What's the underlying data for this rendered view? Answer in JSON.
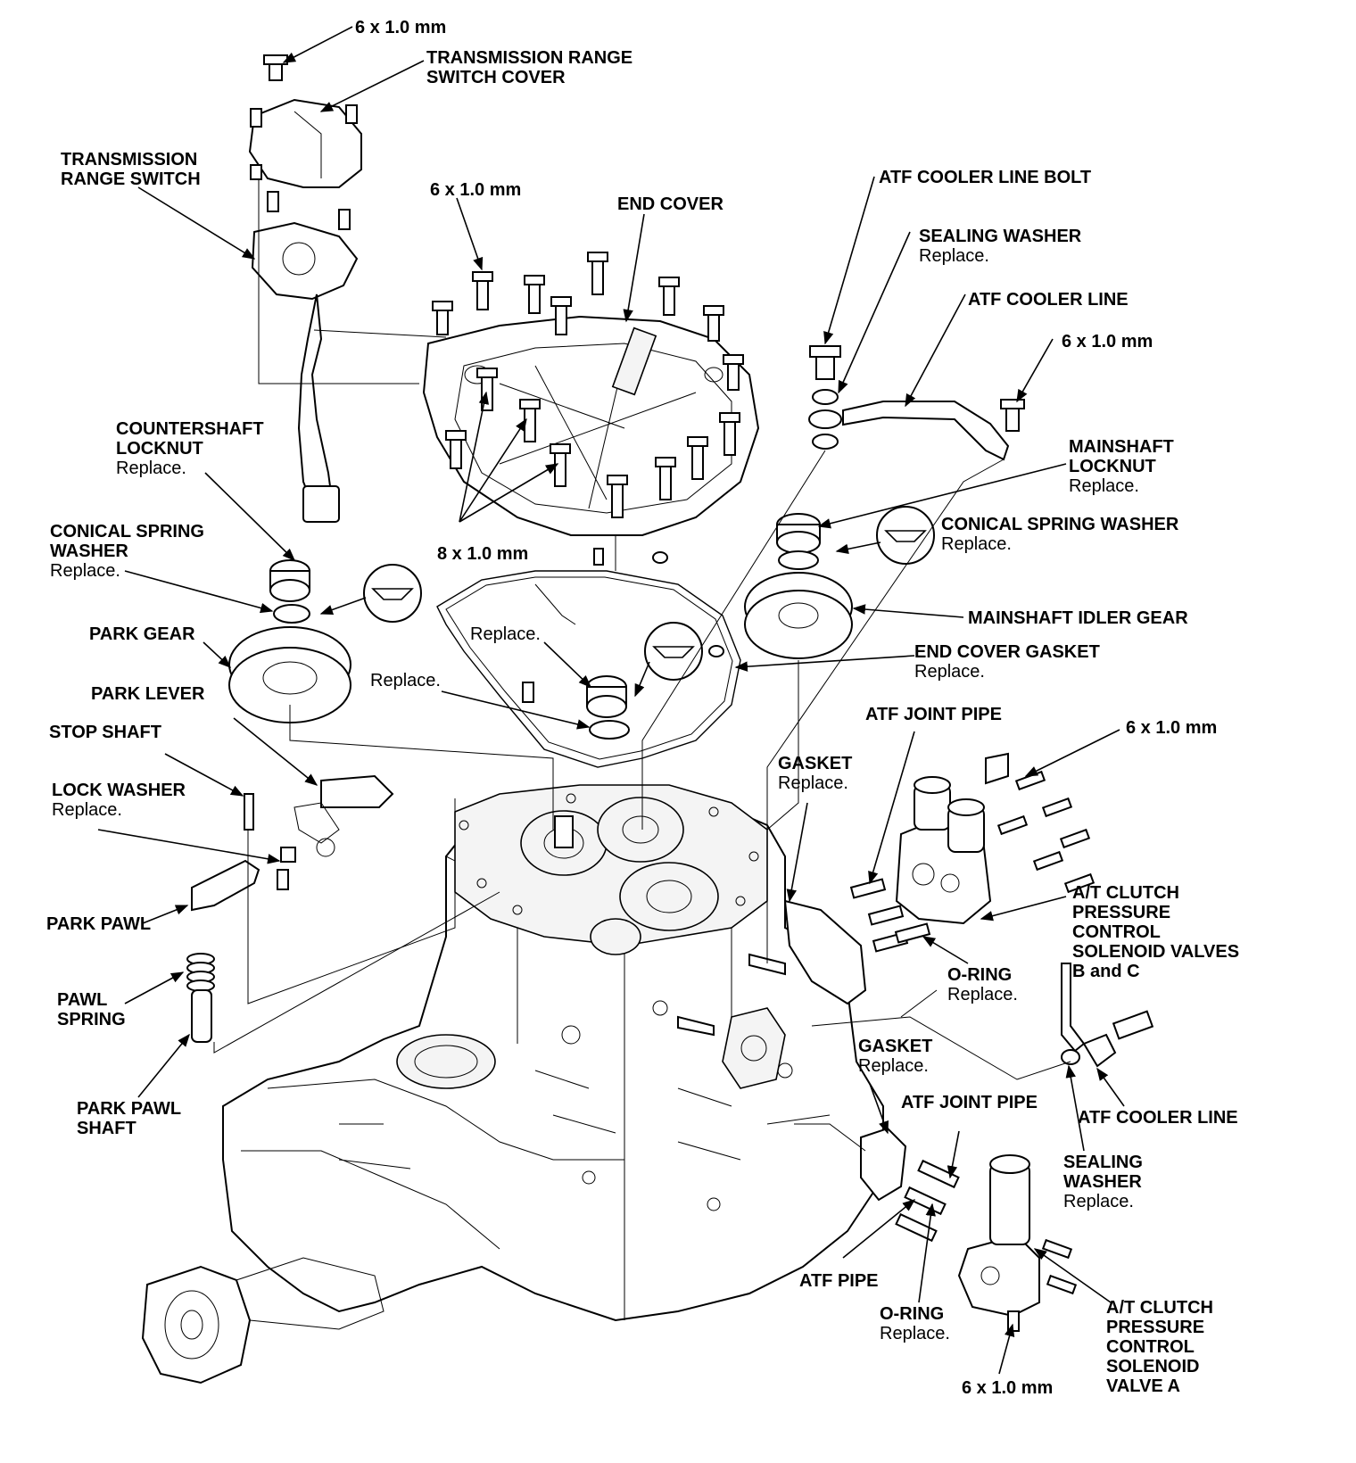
{
  "labels": {
    "bolt_top": {
      "title": "6 x 1.0 mm"
    },
    "trs_cover": {
      "lines": [
        "TRANSMISSION RANGE",
        "SWITCH COVER"
      ]
    },
    "trs": {
      "lines": [
        "TRANSMISSION",
        "RANGE SWITCH"
      ]
    },
    "bolt_endcover": {
      "title": "6 x 1.0 mm"
    },
    "end_cover": {
      "title": "END COVER"
    },
    "atf_cooler_line_bolt": {
      "title": "ATF COOLER LINE BOLT"
    },
    "sealing_washer_top": {
      "title": "SEALING WASHER",
      "note": "Replace."
    },
    "atf_cooler_line_top": {
      "title": "ATF COOLER LINE"
    },
    "bolt_cooler": {
      "title": "6 x 1.0 mm"
    },
    "countershaft_locknut": {
      "lines": [
        "COUNTERSHAFT",
        "LOCKNUT"
      ],
      "note": "Replace."
    },
    "mainshaft_locknut": {
      "lines": [
        "MAINSHAFT",
        "LOCKNUT"
      ],
      "note": "Replace."
    },
    "conical_left": {
      "lines": [
        "CONICAL SPRING",
        "WASHER"
      ],
      "note": "Replace."
    },
    "bolt_8x": {
      "title": "8 x 1.0 mm"
    },
    "conical_right": {
      "title": "CONICAL SPRING WASHER",
      "note": "Replace."
    },
    "replace_gasket_top": {
      "note": "Replace."
    },
    "mainshaft_idler": {
      "title": "MAINSHAFT IDLER GEAR"
    },
    "park_gear": {
      "title": "PARK GEAR"
    },
    "end_cover_gasket": {
      "title": "END COVER GASKET",
      "note": "Replace."
    },
    "replace_mid": {
      "note": "Replace."
    },
    "park_lever": {
      "title": "PARK LEVER"
    },
    "atf_joint_pipe_top": {
      "title": "ATF JOINT PIPE"
    },
    "bolt_solenoid_bc": {
      "title": "6 x 1.0 mm"
    },
    "stop_shaft": {
      "title": "STOP SHAFT"
    },
    "gasket_top": {
      "title": "GASKET",
      "note": "Replace."
    },
    "lock_washer": {
      "title": "LOCK WASHER",
      "note": "Replace."
    },
    "solenoid_bc": {
      "lines": [
        "A/T CLUTCH",
        "PRESSURE",
        "CONTROL",
        "SOLENOID VALVES",
        "B and C"
      ]
    },
    "park_pawl": {
      "title": "PARK PAWL"
    },
    "oring_top": {
      "title": "O-RING",
      "note": "Replace."
    },
    "pawl_spring": {
      "lines": [
        "PAWL",
        "SPRING"
      ]
    },
    "gasket_bottom": {
      "title": "GASKET",
      "note": "Replace."
    },
    "park_pawl_shaft": {
      "lines": [
        "PARK PAWL",
        "SHAFT"
      ]
    },
    "atf_joint_pipe_bottom": {
      "title": "ATF JOINT PIPE"
    },
    "atf_cooler_line_bottom": {
      "title": "ATF COOLER LINE"
    },
    "sealing_washer_bottom": {
      "lines": [
        "SEALING",
        "WASHER"
      ],
      "note": "Replace."
    },
    "atf_pipe": {
      "title": "ATF PIPE"
    },
    "oring_bottom": {
      "title": "O-RING",
      "note": "Replace."
    },
    "solenoid_a": {
      "lines": [
        "A/T CLUTCH",
        "PRESSURE",
        "CONTROL",
        "SOLENOID",
        "VALVE A"
      ]
    },
    "bolt_solenoid_a": {
      "title": "6 x 1.0 mm"
    }
  }
}
